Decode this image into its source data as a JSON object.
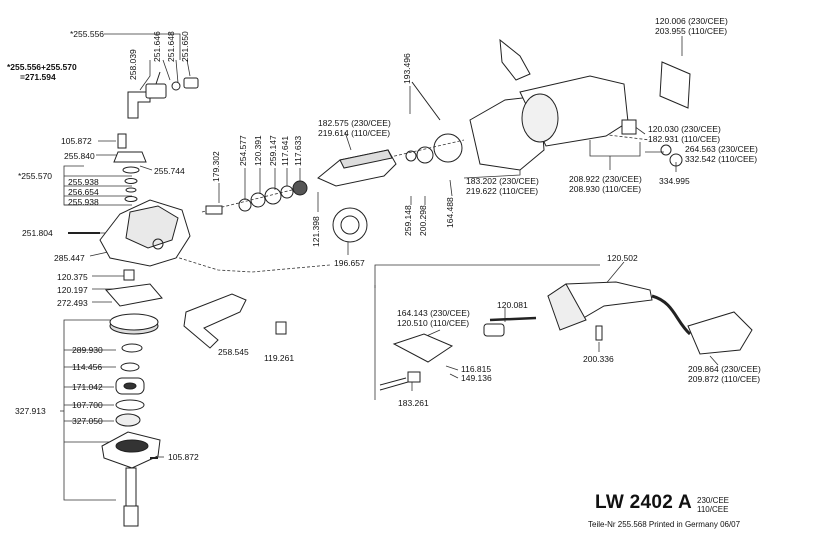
{
  "title": "LW 2402 A",
  "voltages": [
    "230/CEE",
    "110/CEE"
  ],
  "footer": "Teile-Nr 255.568 Printed in Germany 06/07",
  "labels": {
    "p255556top": "*255.556",
    "p258039": "258.039",
    "p251646": "251.646",
    "p251648": "251.648",
    "p251650": "251.650",
    "combo_a": "*255.556+255.570",
    "combo_b": "=271.594",
    "p105872a": "105.872",
    "p255840": "255.840",
    "p255744": "255.744",
    "p255570": "*255.570",
    "p255938a": "255.938",
    "p256654": "256.654",
    "p255938b": "255.938",
    "p251804": "251.804",
    "p285447": "285.447",
    "p120375": "120.375",
    "p120197": "120.197",
    "p272493": "272.493",
    "p289930": "289.930",
    "p114456": "114.456",
    "p171042": "171.042",
    "p327913": "327.913",
    "p107700": "107.700",
    "p327050": "327.050",
    "p105872b": "105.872",
    "p258545": "258.545",
    "p119261": "119.261",
    "p179302": "179.302",
    "p254577": "254.577",
    "p120391": "120.391",
    "p259147": "259.147",
    "p117641": "117.641",
    "p117633": "117.633",
    "p182575": "182.575  (230/CEE)",
    "p219614": "219.614  (110/CEE)",
    "p193496": "193.496",
    "p121398": "121.398",
    "p196657": "196.657",
    "p259148": "259.148",
    "p200298": "200.298",
    "p164488": "164.488",
    "p183202": "183.202  (230/CEE)",
    "p219622": "219.622  (110/CEE)",
    "p120006": "120.006  (230/CEE)",
    "p203955": "203.955  (110/CEE)",
    "p120030": "120.030  (230/CEE)",
    "p182931": "182.931  (110/CEE)",
    "p264563": "264.563  (230/CEE)",
    "p332542": "332.542  (110/CEE)",
    "p208922": "208.922  (230/CEE)",
    "p208930": "208.930  (110/CEE)",
    "p334995": "334.995",
    "p120502": "120.502",
    "p164143": "164.143  (230/CEE)",
    "p120510": "120.510  (110/CEE)",
    "p120081": "120.081",
    "p116815": "116.815",
    "p149136": "149.136",
    "p183261": "183.261",
    "p200336": "200.336",
    "p209864": "209.864  (230/CEE)",
    "p209872": "209.872  (110/CEE)"
  }
}
